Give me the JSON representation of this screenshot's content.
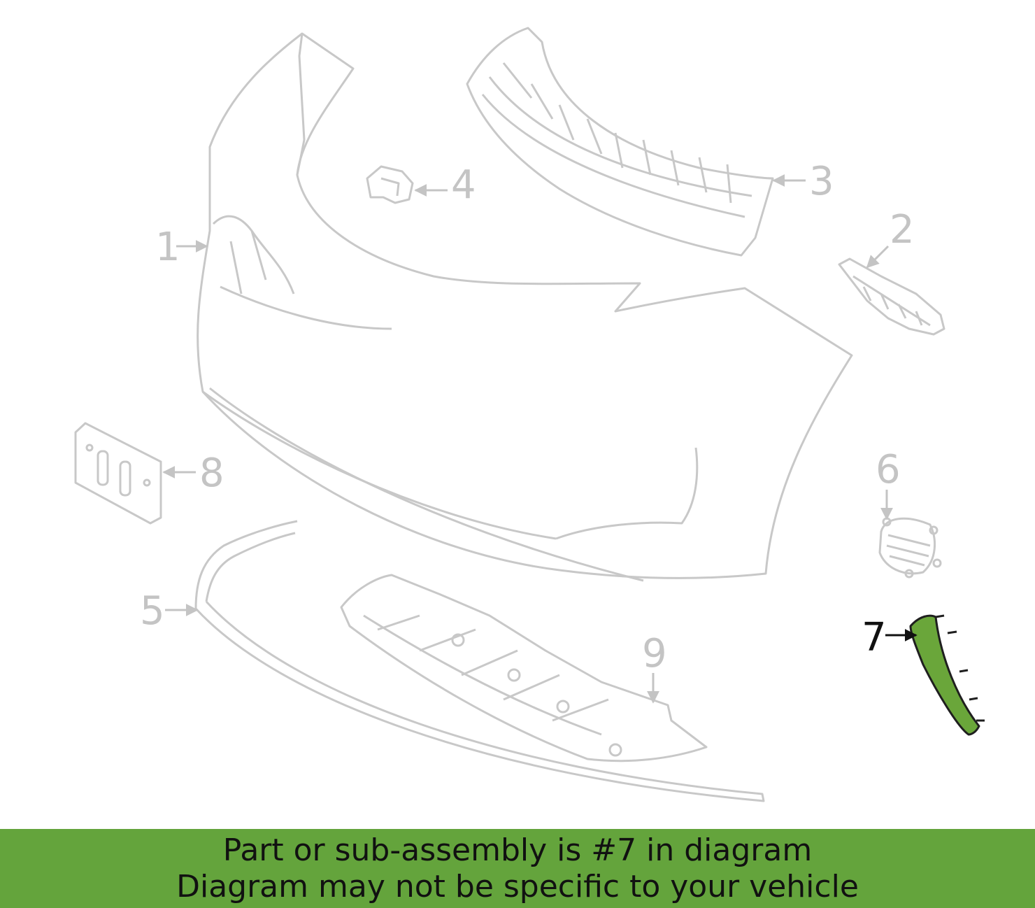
{
  "colors": {
    "line_art": "#c8c8c8",
    "label_gray": "#c4c4c4",
    "highlight_fill": "#6aa63a",
    "highlight_stroke": "#1f1f1f",
    "banner_bg": "#64a43c"
  },
  "callouts": [
    {
      "id": "1",
      "label": "1",
      "highlighted": false
    },
    {
      "id": "2",
      "label": "2",
      "highlighted": false
    },
    {
      "id": "3",
      "label": "3",
      "highlighted": false
    },
    {
      "id": "4",
      "label": "4",
      "highlighted": false
    },
    {
      "id": "5",
      "label": "5",
      "highlighted": false
    },
    {
      "id": "6",
      "label": "6",
      "highlighted": false
    },
    {
      "id": "7",
      "label": "7",
      "highlighted": true
    },
    {
      "id": "8",
      "label": "8",
      "highlighted": false
    },
    {
      "id": "9",
      "label": "9",
      "highlighted": false
    }
  ],
  "banner": {
    "line1": "Part or sub-assembly is #7 in diagram",
    "line2": "Diagram may not be specific to your vehicle"
  }
}
